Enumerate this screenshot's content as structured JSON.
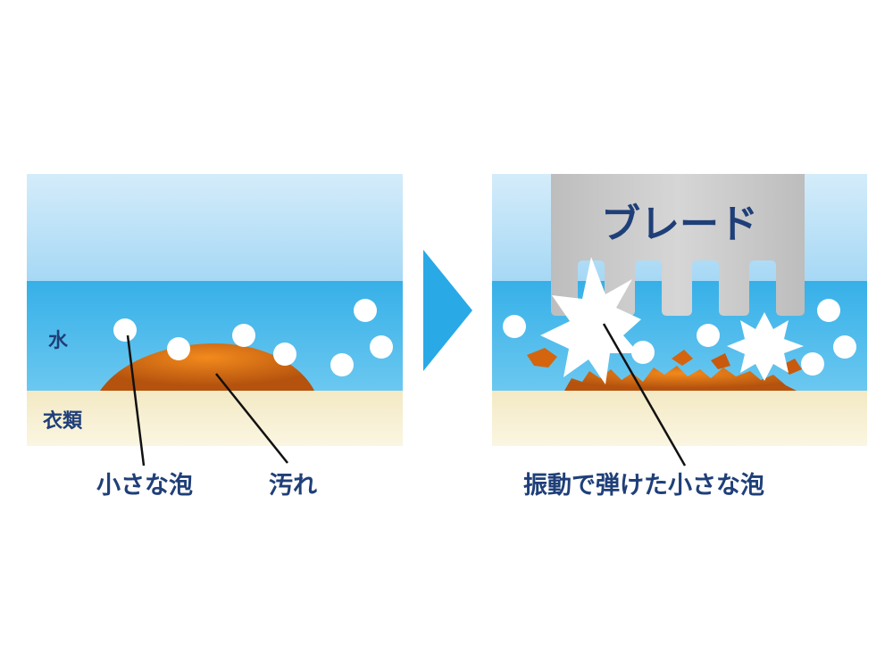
{
  "left_panel": {
    "water_label": "水",
    "clothes_label": "衣類",
    "bubbles_label": "小さな泡",
    "dirt_label": "汚れ"
  },
  "right_panel": {
    "blade_label": "ブレード",
    "burst_label": "振動で弾けた小さな泡"
  },
  "colors": {
    "sky_top": "#d4ecfa",
    "sky_bottom": "#a9daf6",
    "water": "#3fb6ea",
    "clothes": "#f7efcf",
    "dirt": "#d4650e",
    "arrow": "#29a9e6",
    "blade": "#c8c8c8",
    "text": "#1f3f78"
  }
}
